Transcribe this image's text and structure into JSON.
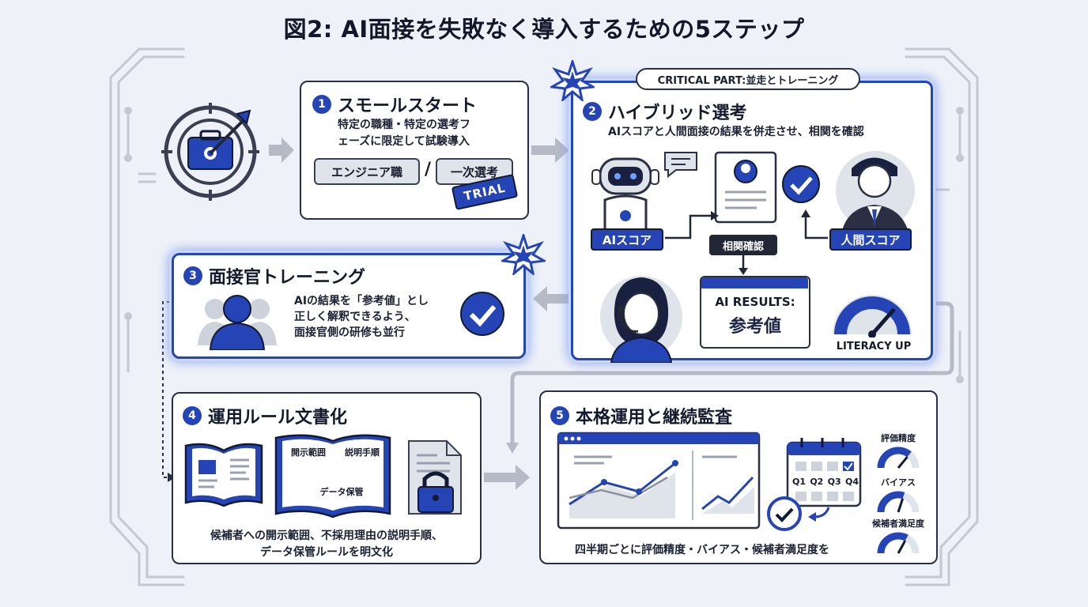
{
  "title": "図2: AI面接を失敗なく導入するための5ステップ",
  "colors": {
    "accent": "#2544b5",
    "dark": "#222736",
    "frame": "#c3c8d2",
    "background": "#eef2f8",
    "highlight_glow": "#8fa8ee"
  },
  "steps": [
    {
      "num": "1",
      "title": "スモールスタート",
      "desc_lines": [
        "特定の職種・特定の選考フ",
        "ェーズに限定して試験導入"
      ],
      "chip_left": "エンジニア職",
      "separator": "/",
      "chip_right": "一次選考",
      "stamp": "TRIAL",
      "icons": [
        "target-briefcase-icon"
      ]
    },
    {
      "num": "2",
      "title": "ハイブリッド選考",
      "badge": "CRITICAL PART:並走とトレーニング",
      "desc": "AIスコアと人間面接の結果を併走させ、相関を確認",
      "ai_label": "AIスコア",
      "human_label": "人間スコア",
      "correlation_label": "相関確認",
      "panel_line1": "AI RESULTS:",
      "panel_line2": "参考値",
      "gauge_label": "LITERACY UP",
      "icons": [
        "robot-icon",
        "speech-bubble-icon",
        "resume-icon",
        "check-circle-icon",
        "businessman-icon",
        "headset-interviewer-icon",
        "gauge-icon",
        "star-burst-icon"
      ]
    },
    {
      "num": "3",
      "title": "面接官トレーニング",
      "desc_lines": [
        "AIの結果を「参考値」とし",
        "正しく解釈できるよう、",
        "面接官側の研修も並行"
      ],
      "icons": [
        "people-group-icon",
        "check-circle-icon",
        "star-burst-icon"
      ]
    },
    {
      "num": "4",
      "title": "運用ルール文書化",
      "book_left": "開示範囲",
      "book_right": "説明手順",
      "book_bottom": "データ保管",
      "desc_lines": [
        "候補者への開示範囲、不採用理由の説明手順、",
        "データ保管ルールを明文化"
      ],
      "icons": [
        "open-book-icon",
        "rule-book-icon",
        "locked-document-icon"
      ]
    },
    {
      "num": "5",
      "title": "本格運用と継続監査",
      "quarters": [
        "Q1",
        "Q2",
        "Q3",
        "Q4"
      ],
      "metrics": [
        {
          "label": "評価精度",
          "level": 0.72
        },
        {
          "label": "バイアス",
          "level": 0.6
        },
        {
          "label": "候補者満足度",
          "level": 0.66
        }
      ],
      "desc": "四半期ごとに評価精度・バイアス・候補者満足度を",
      "icons": [
        "dashboard-chart-icon",
        "calendar-icon",
        "cycle-check-icon",
        "gauge-icon"
      ]
    }
  ]
}
